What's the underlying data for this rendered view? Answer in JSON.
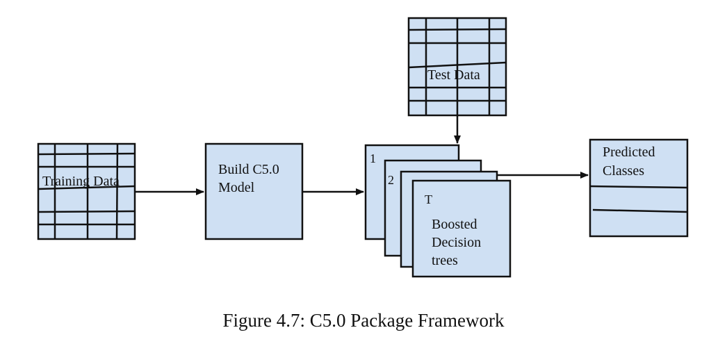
{
  "diagram": {
    "training_data": "Training Data",
    "build_model_line1": "Build C5.0",
    "build_model_line2": "Model",
    "test_data": "Test Data",
    "tree_num_1": "1",
    "tree_num_2": "2",
    "tree_num_t": "T",
    "boosted_line1": "Boosted",
    "boosted_line2": "Decision",
    "boosted_line3": "trees",
    "predicted_line1": "Predicted",
    "predicted_line2": "Classes"
  },
  "caption": "Figure 4.7: C5.0 Package Framework",
  "colors": {
    "box_fill": "#cfe0f3",
    "stroke": "#111111"
  }
}
